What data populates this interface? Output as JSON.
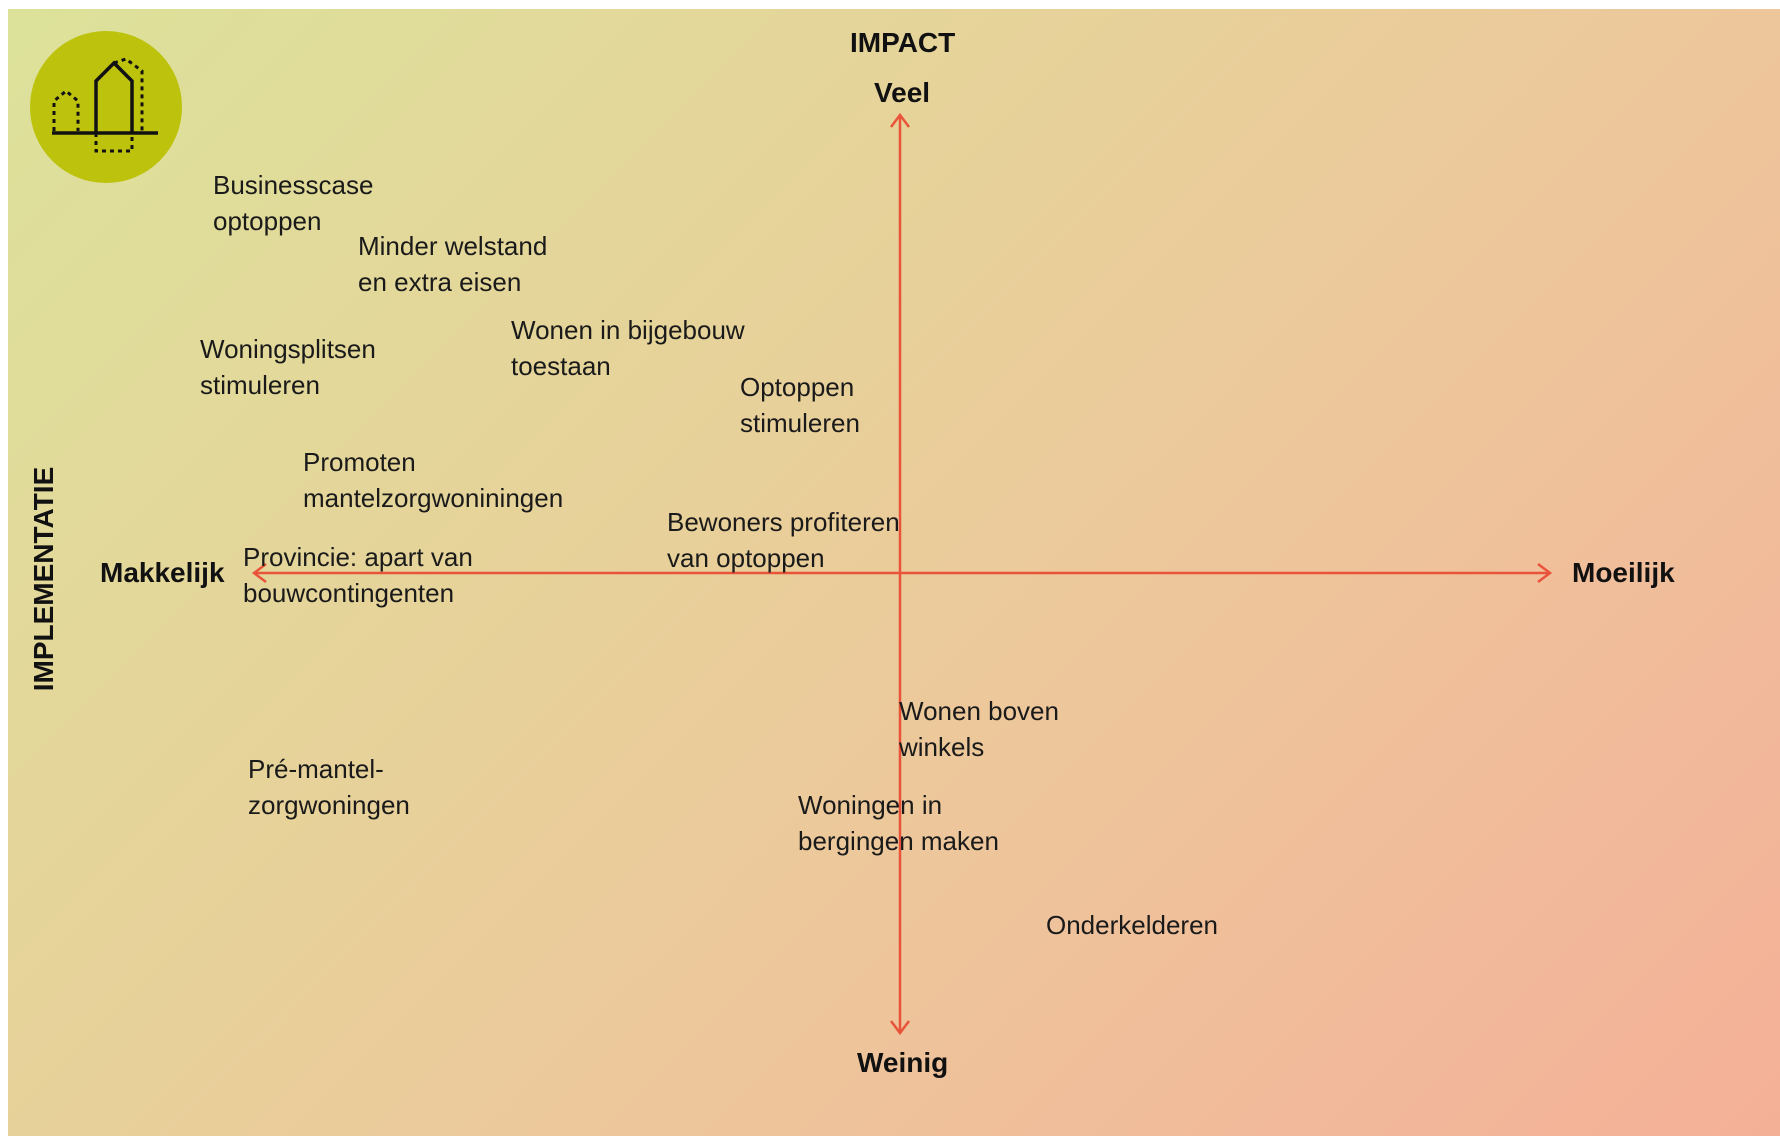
{
  "diagram": {
    "vertical_axis": {
      "title": "IMPACT",
      "top_label": "Veel",
      "bottom_label": "Weinig"
    },
    "horizontal_axis": {
      "title": "IMPLEMENTATIE",
      "left_label": "Makkelijk",
      "right_label": "Moeilijk"
    },
    "axis_color": "#e8533a",
    "badge_color": "#bdc20c",
    "logo_icon": "houses-icon",
    "items": [
      {
        "lines": [
          "Businesscase",
          "optoppen"
        ]
      },
      {
        "lines": [
          "Minder welstand",
          "en extra eisen"
        ]
      },
      {
        "lines": [
          "Woningsplitsen",
          "stimuleren"
        ]
      },
      {
        "lines": [
          "Wonen in bijgebouw",
          "toestaan"
        ]
      },
      {
        "lines": [
          "Optoppen",
          "stimuleren"
        ]
      },
      {
        "lines": [
          "Promoten",
          "mantelzorgwoniningen"
        ]
      },
      {
        "lines": [
          "Bewoners profiteren",
          "van optoppen"
        ]
      },
      {
        "lines": [
          "Provincie: apart van",
          "bouwcontingenten"
        ]
      },
      {
        "lines": [
          "Wonen boven",
          "winkels"
        ]
      },
      {
        "lines": [
          "Pré-mantel-",
          "zorgwoningen"
        ]
      },
      {
        "lines": [
          "Woningen in",
          "bergingen maken"
        ]
      },
      {
        "lines": [
          "Onderkelderen"
        ]
      }
    ]
  }
}
